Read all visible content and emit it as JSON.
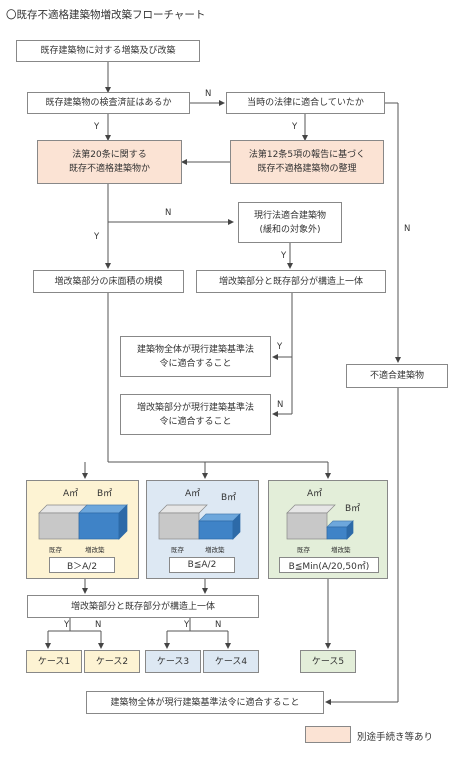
{
  "title": "〇既存不適格建築物増改築フローチャート",
  "boxes": {
    "b1": "既存建築物に対する増築及び改築",
    "b2": "既存建築物の検査済証はあるか",
    "b3": "当時の法律に適合していたか",
    "b4": "法第20条に関する\n既存不適格建築物か",
    "b5": "法第12条5項の報告に基づく\n既存不適格建築物の整理",
    "b6": "現行法適合建築物\n(緩和の対象外)",
    "b7": "増改築部分の床面積の規模",
    "b8": "増改築部分と既存部分が構造上一体",
    "b9": "建築物全体が現行建築基準法\n令に適合すること",
    "b10": "不適合建築物",
    "b11": "増改築部分が現行建築基準法\n令に適合すること",
    "b12": "増改築部分と既存部分が構造上一体",
    "b13": "建築物全体が現行建築基準法令に適合すること"
  },
  "panels": [
    {
      "a_label": "A㎡",
      "b_label": "B㎡",
      "existing": "既存",
      "extension": "増改築",
      "condition": "B＞A/2"
    },
    {
      "a_label": "A㎡",
      "b_label": "B㎡",
      "existing": "既存",
      "extension": "増改築",
      "condition": "B≦A/2"
    },
    {
      "a_label": "A㎡",
      "b_label": "B㎡",
      "existing": "既存",
      "extension": "増改築",
      "condition": "B≦Min(A/20,50㎡)"
    }
  ],
  "cases": [
    "ケース1",
    "ケース2",
    "ケース3",
    "ケース4",
    "ケース5"
  ],
  "branch_labels": {
    "yes": "Y",
    "no": "N"
  },
  "legend": "別途手続き等あり",
  "colors": {
    "pink": "#fbe3d4",
    "yellow": "#fdf3d3",
    "blue": "#dde8f3",
    "green": "#e3eed9",
    "cube_grey": "#c8c8c8",
    "cube_blue": "#3f83c7"
  }
}
